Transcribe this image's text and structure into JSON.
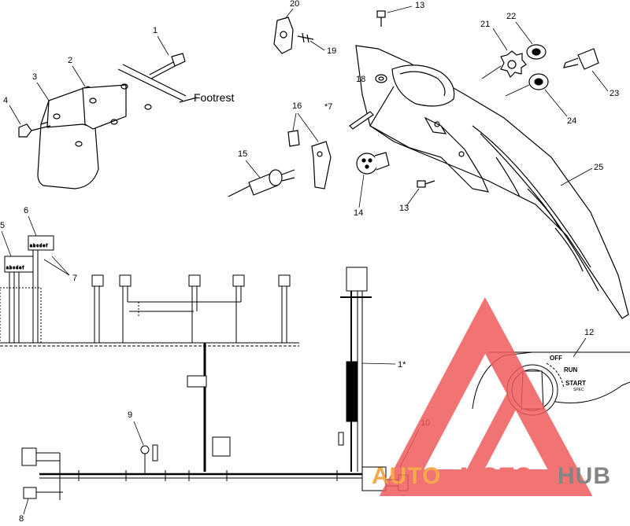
{
  "labels": {
    "n1": "1",
    "n2": "2",
    "n3": "3",
    "n4": "4",
    "n5": "5",
    "n6": "6",
    "n7": "7",
    "n8": "8",
    "n9": "9",
    "n10": "10",
    "n12": "12",
    "n13a": "13",
    "n13b": "13",
    "n14": "14",
    "n15": "15",
    "n16": "16",
    "n17": "*7",
    "n18": "18",
    "n19": "19",
    "n20": "20",
    "n21": "21",
    "n22": "22",
    "n23": "23",
    "n24": "24",
    "n25": "25",
    "n1star": "1*"
  },
  "footrest_label": "Footrest",
  "ignition": {
    "off": "OFF",
    "run": "RUN",
    "start": "START",
    "small": "SPEC"
  },
  "watermark": {
    "part1": "AUTO",
    "part2": "MOTO",
    "part3": "HUB",
    "color_red": "#ef5b5b",
    "color_orange": "#f59a2e",
    "color_gray": "#707070"
  }
}
